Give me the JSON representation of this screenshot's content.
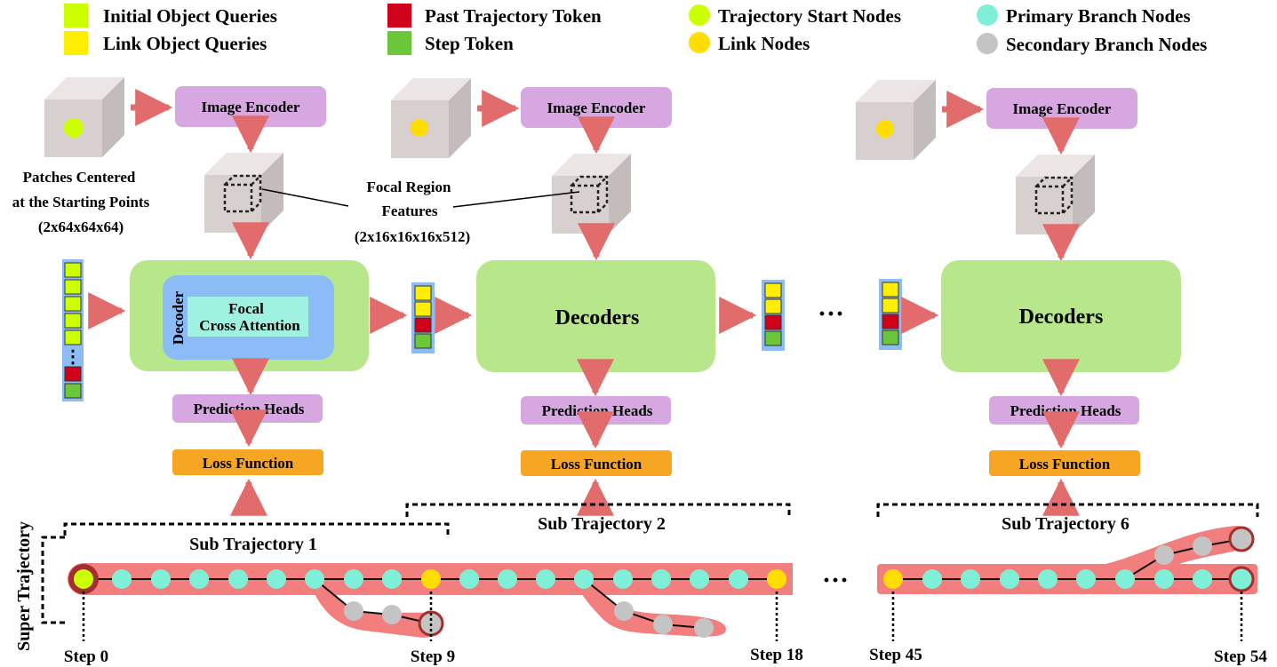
{
  "legend": [
    {
      "label": "Initial Object Queries",
      "kind": "square",
      "color": "#ccff00"
    },
    {
      "label": "Link Object Queries",
      "kind": "square",
      "color": "#ffee00"
    },
    {
      "label": "Past Trajectory Token",
      "kind": "square",
      "color": "#d0021b"
    },
    {
      "label": "Step Token",
      "kind": "square",
      "color": "#6cc63a"
    },
    {
      "label": "Trajectory Start Nodes",
      "kind": "circle",
      "color": "#ccff00"
    },
    {
      "label": "Link Nodes",
      "kind": "circle",
      "color": "#ffdd00"
    },
    {
      "label": "Primary Branch Nodes",
      "kind": "circle",
      "color": "#7fefd8"
    },
    {
      "label": "Secondary Branch Nodes",
      "kind": "circle",
      "color": "#c4c4c4"
    }
  ],
  "stages": [
    {
      "encoder": "Image Encoder",
      "heads": "Prediction Heads",
      "loss": "Loss Function",
      "decoder_label": "Decoder",
      "attention_label_1": "Focal",
      "attention_label_2": "Cross Attention"
    },
    {
      "encoder": "Image Encoder",
      "decoder": "Decoders",
      "heads": "Prediction Heads",
      "loss": "Loss Function"
    },
    {
      "encoder": "Image Encoder",
      "decoder": "Decoders",
      "heads": "Prediction Heads",
      "loss": "Loss Function"
    }
  ],
  "notes": {
    "patches_1": "Patches Centered",
    "patches_2": "at the Starting Points",
    "patches_3": "(2x64x64x64)",
    "focal_1": "Focal Region",
    "focal_2": "Features",
    "focal_3": "(2x16x16x16x512)"
  },
  "ellipsis": "···",
  "query_ellipsis": "⋮",
  "trajectory": {
    "super": "Super Trajectory",
    "sub": [
      "Sub Trajectory 1",
      "Sub Trajectory 2",
      "Sub Trajectory 6"
    ],
    "steps": [
      "Step 0",
      "Step 9",
      "Step 18",
      "Step 45",
      "Step 54"
    ]
  },
  "colors": {
    "module_purple": "#d7a7e2",
    "loss_orange": "#f6a623",
    "decoder_green": "#b8e68a",
    "decoder_inner_blue": "#8bbcf5",
    "attention_cyan": "#9ff2df",
    "arrow_red": "#e26b6b",
    "trajectory_band": "#f27e7e",
    "cube_gray": "#d8cfcf"
  }
}
